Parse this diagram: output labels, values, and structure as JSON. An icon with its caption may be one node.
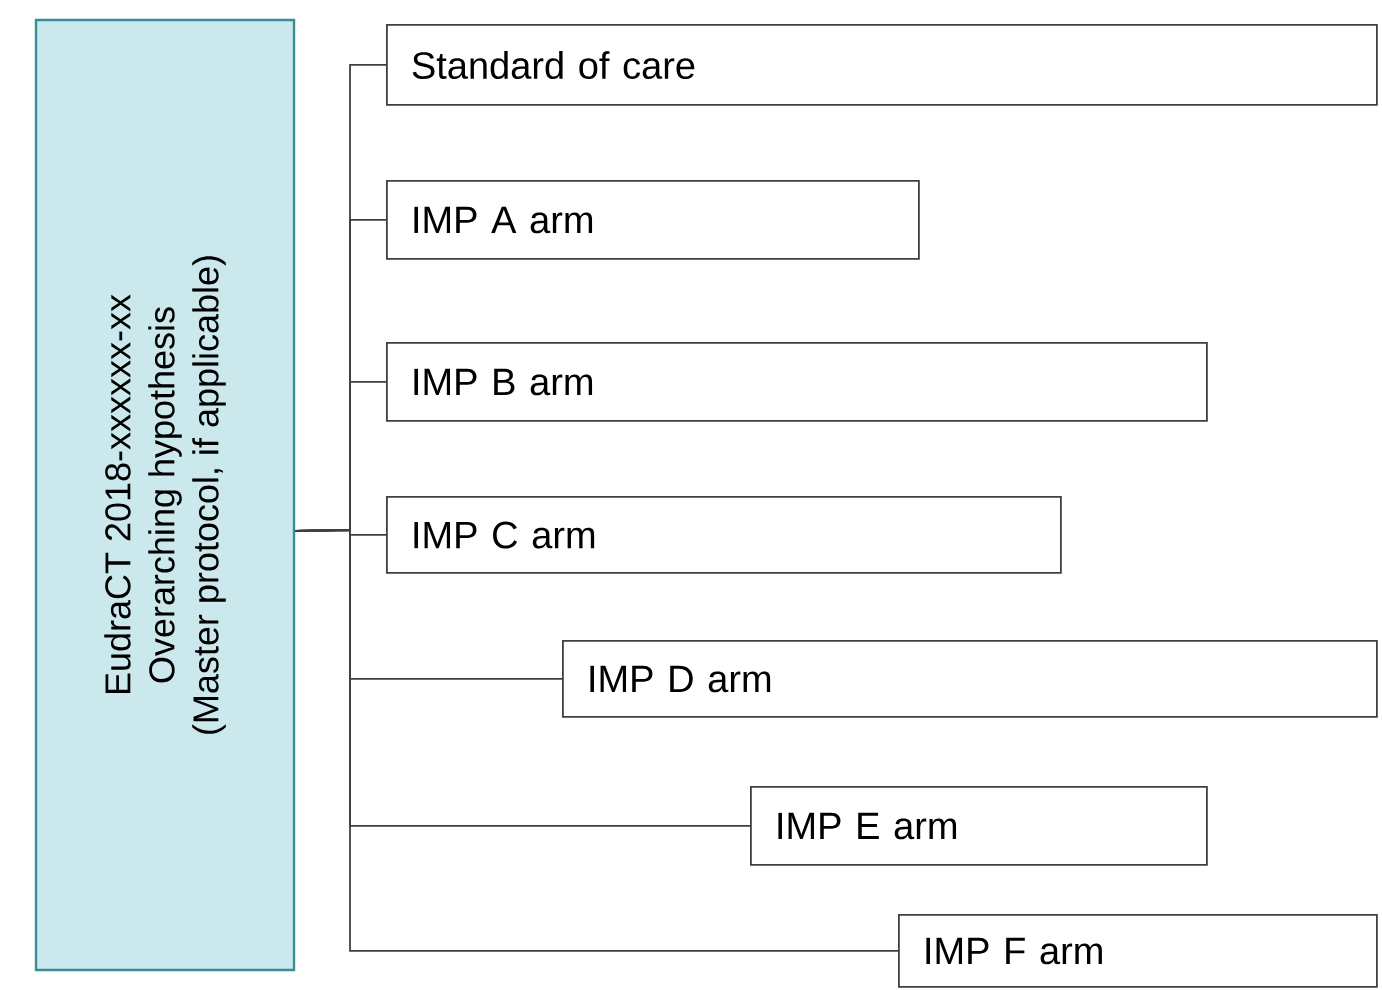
{
  "diagram": {
    "nodes": [
      {
        "text": [
          "EudraCT 2018-xxxxxx-xx",
          "Overarching hypothesis",
          "(Master protocol, if applicable)"
        ]
      },
      {
        "text": [
          "Standard  of care"
        ]
      },
      {
        "text": [
          "IMP A arm"
        ]
      },
      {
        "text": [
          "IMP B arm"
        ]
      },
      {
        "text": [
          "IMP C arm"
        ]
      },
      {
        "text": [
          "IMP D arm"
        ]
      },
      {
        "text": [
          "IMP E arm"
        ]
      },
      {
        "text": [
          "IMP F arm"
        ]
      }
    ],
    "edges": [
      {
        "from": 0,
        "to": 1,
        "arrow": "none"
      },
      {
        "from": 0,
        "to": 2,
        "arrow": "none"
      },
      {
        "from": 0,
        "to": 3,
        "arrow": "none"
      },
      {
        "from": 0,
        "to": 4,
        "arrow": "none"
      },
      {
        "from": 0,
        "to": 5,
        "arrow": "none"
      },
      {
        "from": 0,
        "to": 6,
        "arrow": "none"
      },
      {
        "from": 0,
        "to": 7,
        "arrow": "none"
      }
    ]
  }
}
